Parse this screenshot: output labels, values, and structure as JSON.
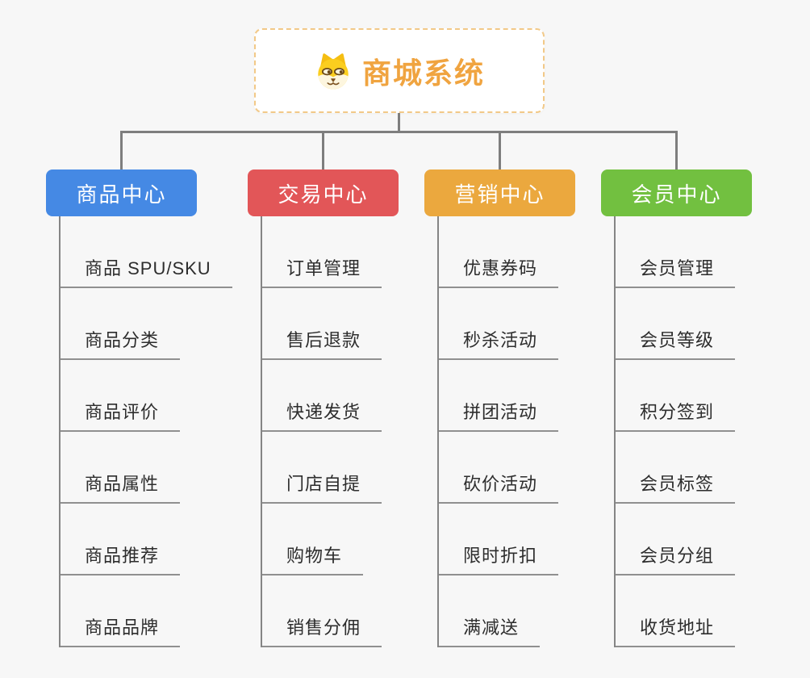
{
  "root": {
    "title": "商城系统",
    "icon": "dog-face-icon"
  },
  "branches": [
    {
      "label": "商品中心",
      "color": "#4589e4",
      "children": [
        "商品 SPU/SKU",
        "商品分类",
        "商品评价",
        "商品属性",
        "商品推荐",
        "商品品牌"
      ]
    },
    {
      "label": "交易中心",
      "color": "#e25658",
      "children": [
        "订单管理",
        "售后退款",
        "快递发货",
        "门店自提",
        "购物车",
        "销售分佣"
      ]
    },
    {
      "label": "营销中心",
      "color": "#eba83e",
      "children": [
        "优惠券码",
        "秒杀活动",
        "拼团活动",
        "砍价活动",
        "限时折扣",
        "满减送"
      ]
    },
    {
      "label": "会员中心",
      "color": "#72c040",
      "children": [
        "会员管理",
        "会员等级",
        "积分签到",
        "会员标签",
        "会员分组",
        "收货地址"
      ]
    }
  ],
  "colors": {
    "background": "#f7f7f7",
    "root_border": "#f2c988",
    "root_text": "#f0a440",
    "connector": "#7e7e7e",
    "child_text": "#2d2d2d",
    "underline": "#909090"
  }
}
